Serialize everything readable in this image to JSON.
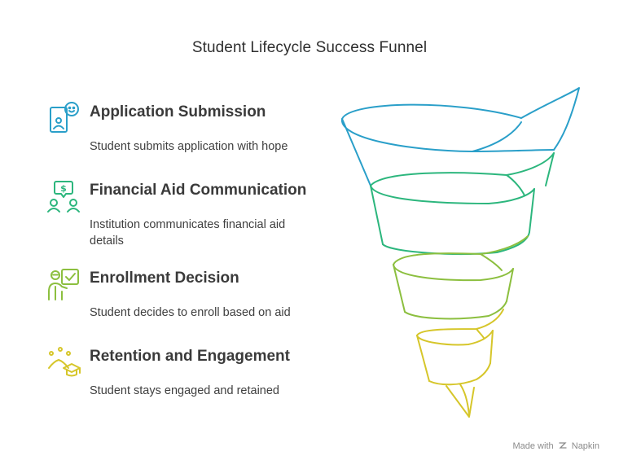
{
  "title": "Student Lifecycle Success Funnel",
  "stages": [
    {
      "heading": "Application Submission",
      "description": "Student submits application with hope",
      "icon": "application-form-icon",
      "color": "#2a9fc9"
    },
    {
      "heading": "Financial Aid Communication",
      "description": "Institution communicates financial aid details",
      "icon": "financial-aid-chat-icon",
      "color": "#2cb67d"
    },
    {
      "heading": "Enrollment Decision",
      "description": "Student decides to enroll based on aid",
      "icon": "enrollment-decision-icon",
      "color": "#8cbf3f"
    },
    {
      "heading": "Retention and Engagement",
      "description": "Student stays engaged and retained",
      "icon": "graduation-cap-icon",
      "color": "#d6c62a"
    }
  ],
  "footer": {
    "made_with": "Made with",
    "brand": "Napkin"
  }
}
